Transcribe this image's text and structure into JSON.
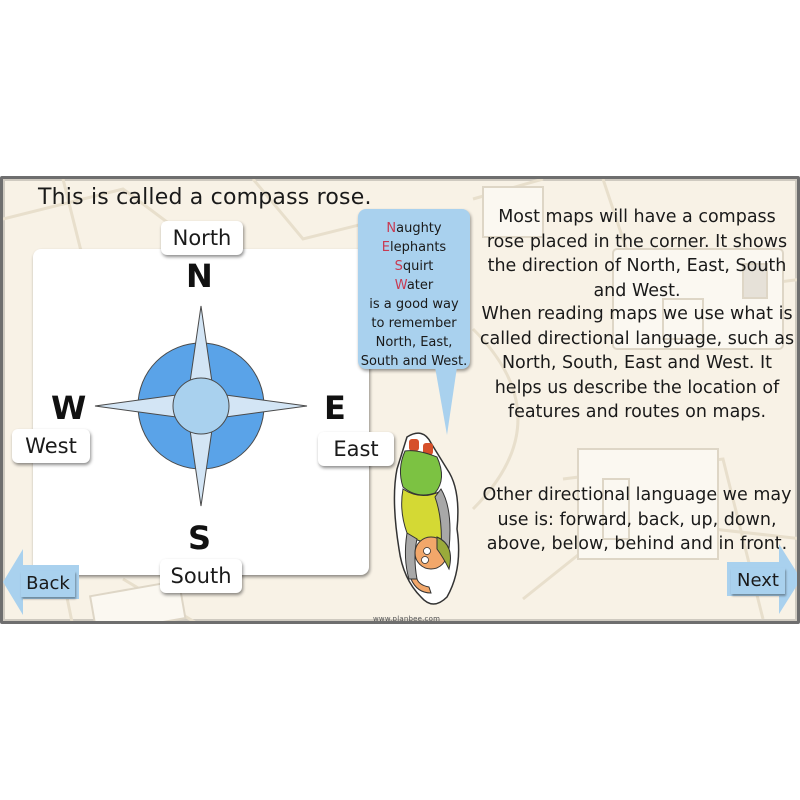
{
  "slide": {
    "title": "This is called a compass rose.",
    "compass": {
      "letters": {
        "n": "N",
        "e": "E",
        "s": "S",
        "w": "W"
      },
      "labels": {
        "north": "North",
        "east": "East",
        "south": "South",
        "west": "West"
      },
      "colors": {
        "outer_ring": "#5aa3e8",
        "points": "#d3e5f5",
        "center": "#a9d1ee",
        "outline": "#4a4a4a"
      }
    },
    "mnemonic": {
      "lines": [
        {
          "initial": "N",
          "rest": "aughty"
        },
        {
          "initial": "E",
          "rest": "lephants"
        },
        {
          "initial": "S",
          "rest": "quirt"
        },
        {
          "initial": "W",
          "rest": "ater"
        }
      ],
      "tail_lines": [
        "is a good way",
        "to remember",
        "North, East,",
        "South and West."
      ],
      "bg_color": "#a9d1ee",
      "initial_color": "#c83a52"
    },
    "paragraphs": [
      "Most maps will have a compass rose placed in the corner. It shows the direction of North, East, South and West.",
      "When reading maps we use what is called directional language, such as North, South, East and West. It helps us describe the location of features and routes on maps.",
      "Other directional language we may use is: forward, back, up, down, above, below, behind and in front."
    ],
    "nav": {
      "back_label": "Back",
      "next_label": "Next",
      "button_color": "#a9d1ee"
    },
    "credit": "www.planbee.com"
  }
}
